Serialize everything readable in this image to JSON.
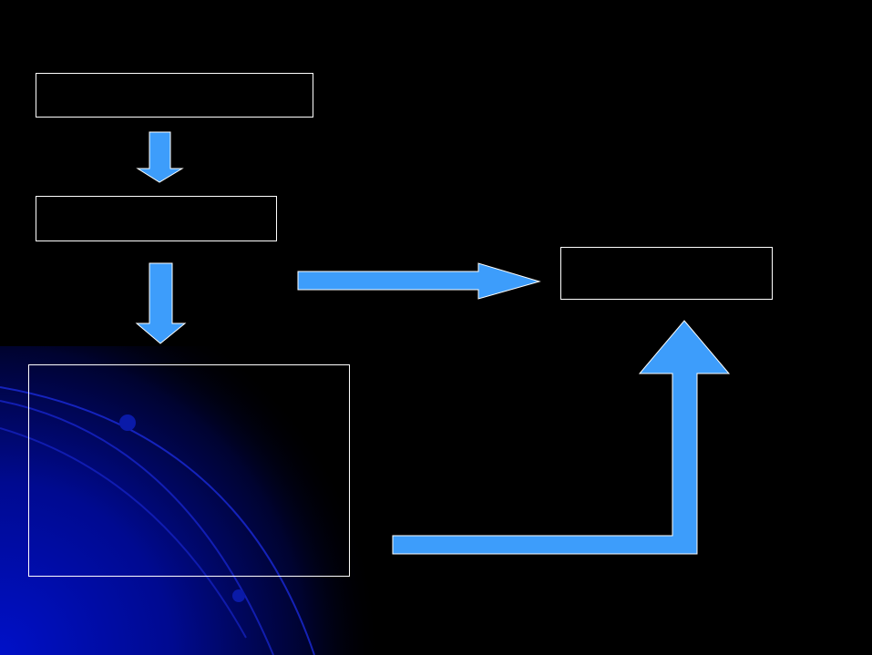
{
  "slide": {
    "background_color": "#000000",
    "accent_color": "#3d9dfb",
    "decor_color": "#0a1aa8"
  },
  "boxes": {
    "top": {
      "label": ""
    },
    "middle": {
      "label": ""
    },
    "right": {
      "label": ""
    },
    "bottom": {
      "label": ""
    }
  },
  "arrows": [
    {
      "from": "top",
      "to": "middle",
      "direction": "down"
    },
    {
      "from": "middle",
      "to": "bottom",
      "direction": "down"
    },
    {
      "from": "middle",
      "to": "right",
      "direction": "right"
    },
    {
      "from": "bottom",
      "to": "right",
      "direction": "right-then-up"
    }
  ]
}
